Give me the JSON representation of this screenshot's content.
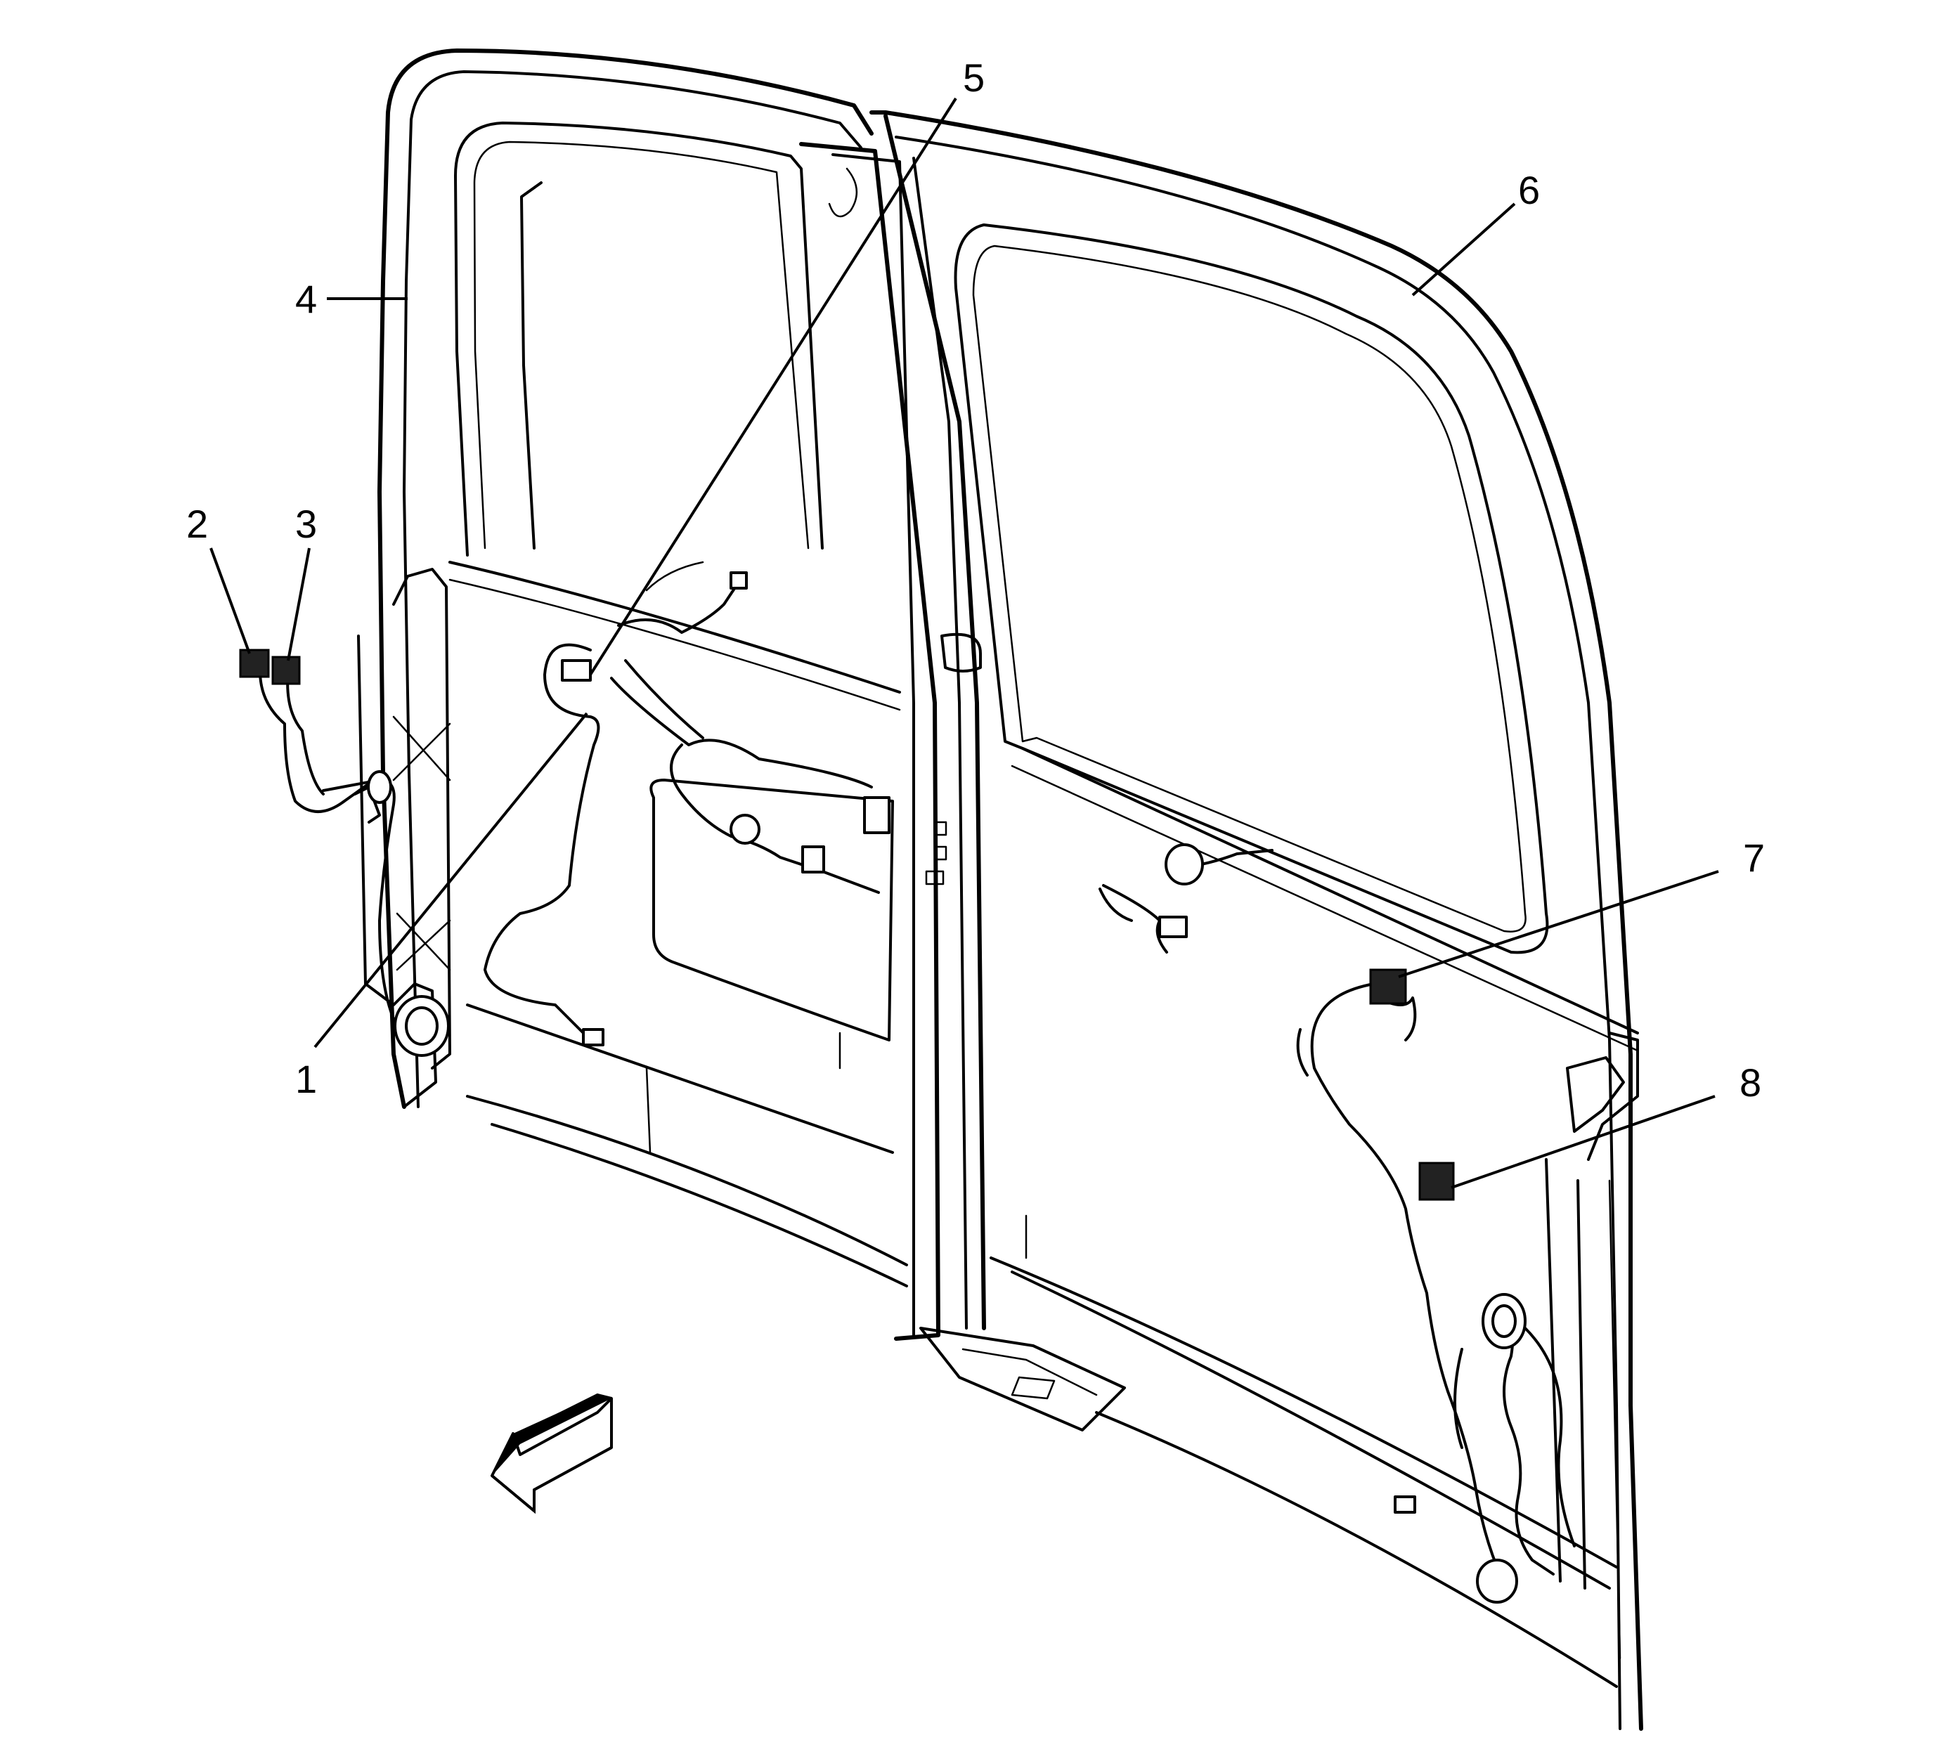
{
  "callouts": [
    {
      "id": "1",
      "label": "1"
    },
    {
      "id": "2",
      "label": "2"
    },
    {
      "id": "3",
      "label": "3"
    },
    {
      "id": "4",
      "label": "4"
    },
    {
      "id": "5",
      "label": "5"
    },
    {
      "id": "6",
      "label": "6"
    },
    {
      "id": "7",
      "label": "7"
    },
    {
      "id": "8",
      "label": "8"
    }
  ],
  "colors": {
    "line": "#000000",
    "background": "#ffffff"
  },
  "icons": {
    "direction_arrow": "front-direction-arrow-icon"
  }
}
